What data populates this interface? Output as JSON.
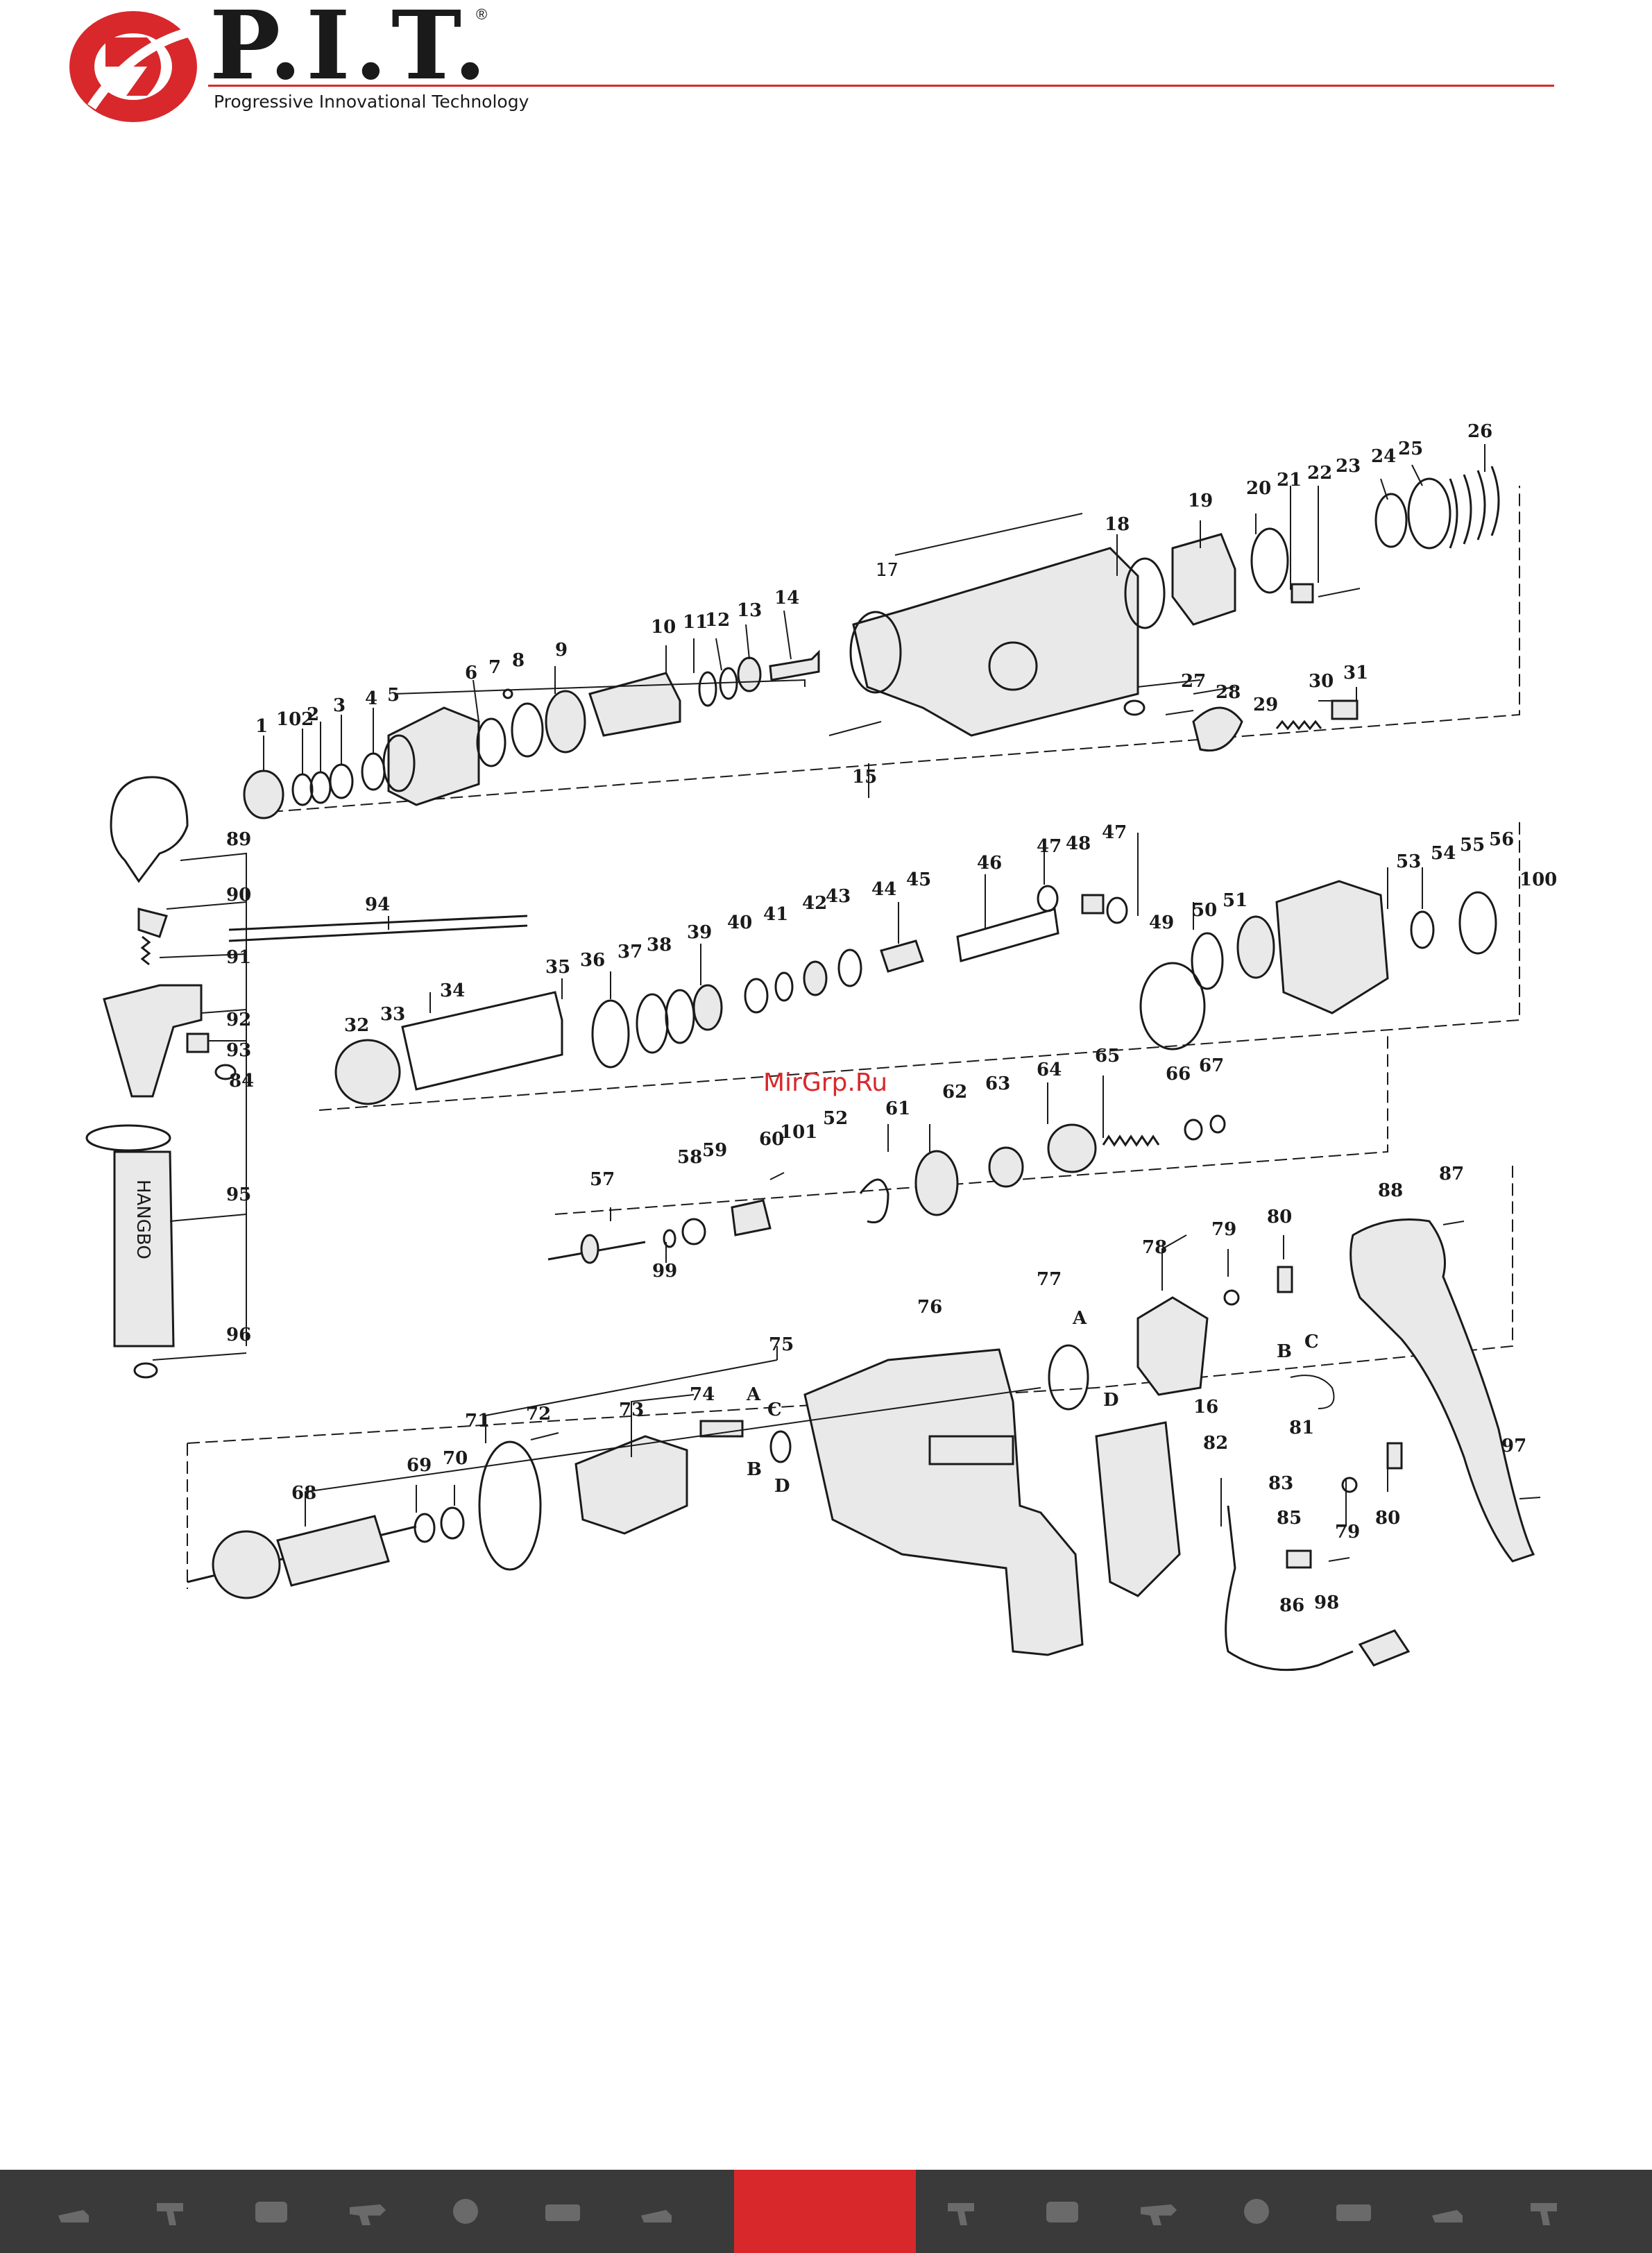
{
  "header": {
    "brand_name": "P.I.T.",
    "registered_mark": "®",
    "tagline": "Progressive Innovational Technology",
    "accent_color": "#d8282b"
  },
  "watermark": "MirGrp.Ru",
  "handle_text": "HANGBO",
  "callouts": {
    "c1": "1",
    "c102": "102",
    "c2": "2",
    "c3": "3",
    "c4": "4",
    "c5": "5",
    "c6": "6",
    "c7": "7",
    "c8": "8",
    "c9": "9",
    "c10": "10",
    "c11": "11",
    "c12": "12",
    "c13": "13",
    "c14": "14",
    "c15": "15",
    "c17": "17",
    "c18": "18",
    "c19": "19",
    "c20": "20",
    "c21": "21",
    "c22": "22",
    "c23": "23",
    "c24": "24",
    "c25": "25",
    "c26": "26",
    "c27": "27",
    "c28": "28",
    "c29": "29",
    "c30": "30",
    "c31": "31",
    "c89": "89",
    "c90": "90",
    "c91": "91",
    "c92": "92",
    "c93": "93",
    "c84": "84",
    "c95": "95",
    "c96": "96",
    "c94": "94",
    "c32": "32",
    "c33": "33",
    "c34": "34",
    "c35": "35",
    "c36": "36",
    "c37": "37",
    "c38": "38",
    "c39": "39",
    "c40": "40",
    "c41": "41",
    "c42": "42",
    "c43": "43",
    "c44": "44",
    "c45": "45",
    "c46": "46",
    "c47a": "47",
    "c48": "48",
    "c47b": "47",
    "c49": "49",
    "c50": "50",
    "c51": "51",
    "c53": "53",
    "c54": "54",
    "c55": "55",
    "c56": "56",
    "c100": "100",
    "c57": "57",
    "c58": "58",
    "c59": "59",
    "c60": "60",
    "c101": "101",
    "c52": "52",
    "c61": "61",
    "c62": "62",
    "c63": "63",
    "c64": "64",
    "c65": "65",
    "c66": "66",
    "c67": "67",
    "c99": "99",
    "c68": "68",
    "c69": "69",
    "c70": "70",
    "c71": "71",
    "c72": "72",
    "c73": "73",
    "c74": "74",
    "c75": "75",
    "c76": "76",
    "c77": "77",
    "c78": "78",
    "c79a": "79",
    "c80a": "80",
    "c16": "16",
    "c82": "82",
    "c81": "81",
    "c83": "83",
    "c85": "85",
    "c86": "86",
    "c98": "98",
    "c79b": "79",
    "c80b": "80",
    "c87": "87",
    "c88": "88",
    "c97": "97",
    "wA1": "A",
    "wC1": "C",
    "wB1": "B",
    "wD1": "D",
    "wA2": "A",
    "wD2": "D",
    "wB2": "B",
    "wC2": "C"
  },
  "footer": {
    "background": "#3a3a3a",
    "accent": "#d8282b",
    "icons": [
      "jigsaw-icon",
      "drill-icon",
      "grinder-icon",
      "hammer-drill-icon",
      "compressor-icon",
      "saw-icon"
    ]
  }
}
